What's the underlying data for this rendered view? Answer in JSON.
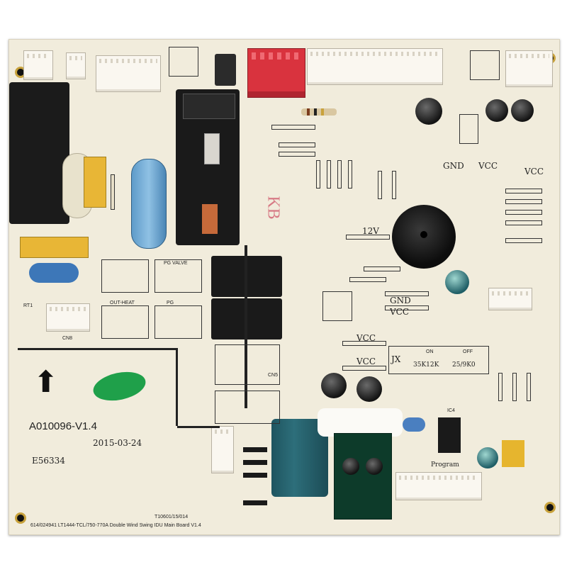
{
  "board": {
    "model": "A010096-V1.4",
    "date": "2015-03-24",
    "ul_code": "E56334",
    "bottom_line": "614/024941 LT1444-TCL/750-770A Double Wind Swing IDU Main Board V1.4",
    "part_code": "T10601/15/014",
    "kb_mark": "KB",
    "jx_table": {
      "label": "JX",
      "headers": [
        "ON",
        "OFF"
      ],
      "values": [
        "35K12K",
        "25/9K0"
      ]
    },
    "labels": {
      "vcc": "VCC",
      "gnd": "GND",
      "v12": "12V",
      "program": "Program",
      "pg_valve": "PG VALVE",
      "out_heat": "OUT-HEAT",
      "pg": "PG",
      "cn5": "CN5",
      "cn8": "CN8",
      "rt1": "RT1",
      "ic4": "IC4"
    }
  },
  "colors": {
    "board": "#f1ecdc",
    "silkscreen": "#222222",
    "relay": "#1a1a1a",
    "connector_red": "#d9333e",
    "film_cap": "#2d6e7a",
    "sticker": "#1fa04a",
    "solder_pad": "#c8a23c"
  }
}
